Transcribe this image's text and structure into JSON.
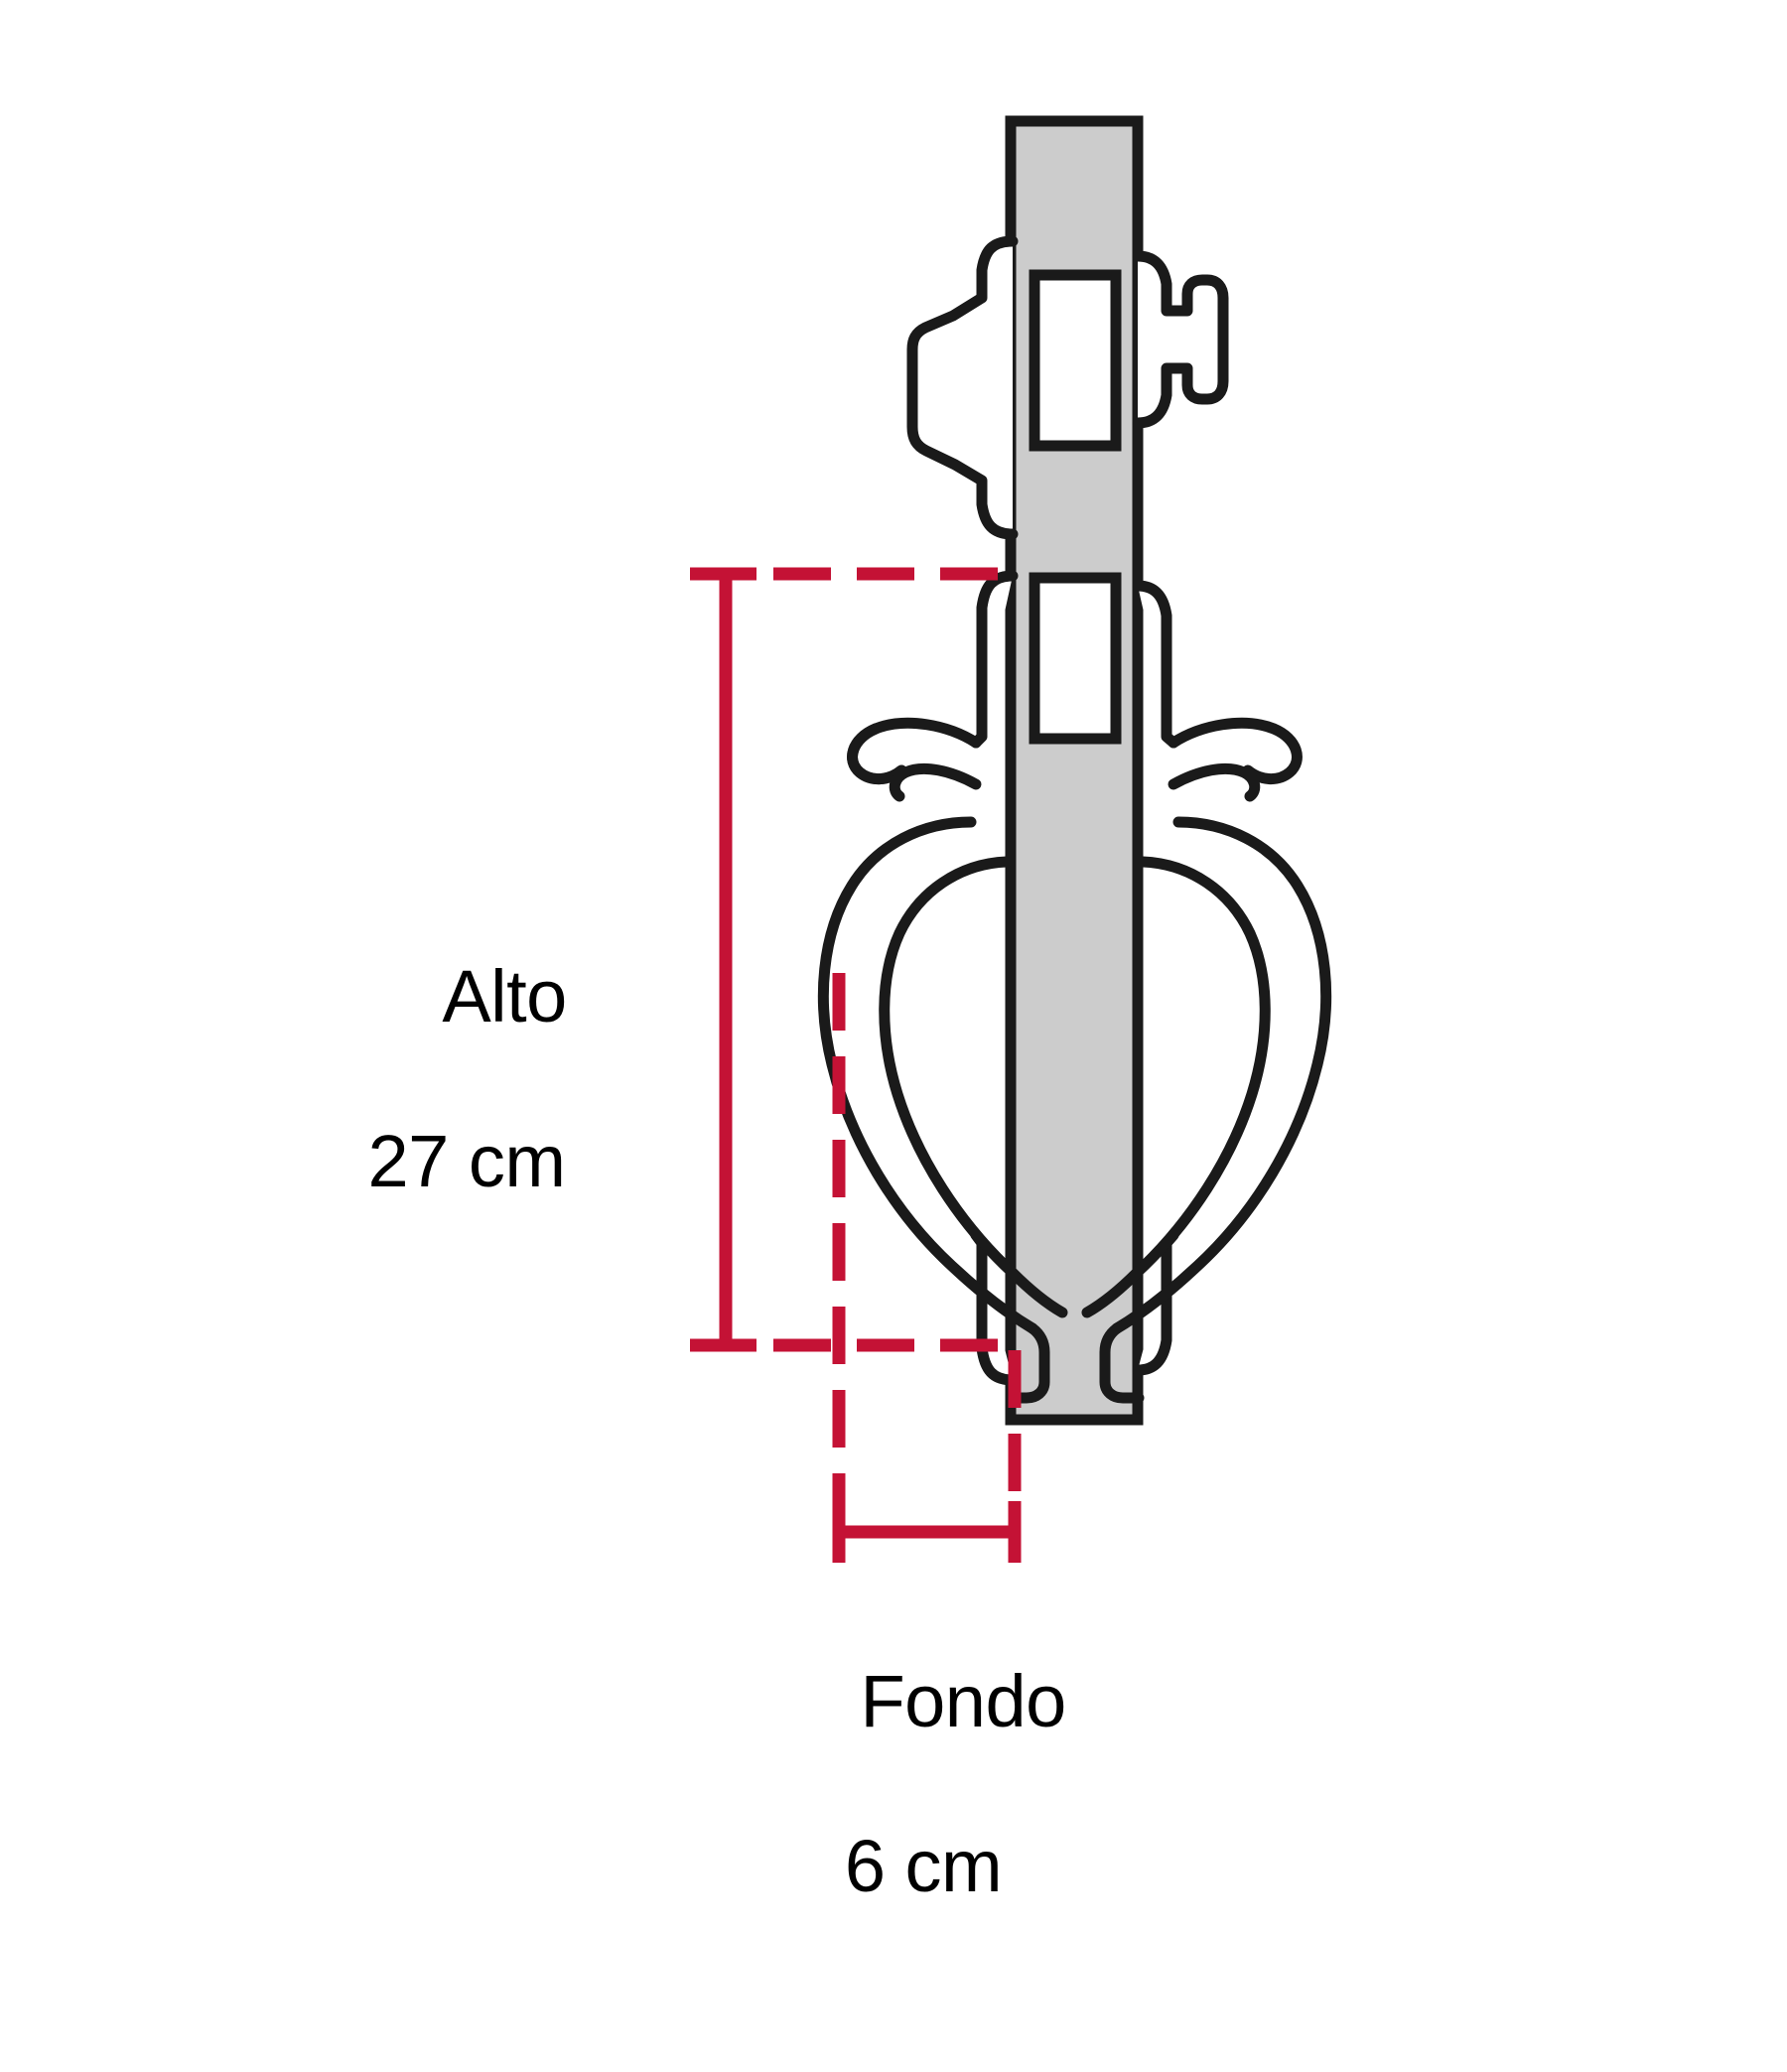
{
  "diagram": {
    "title": "Door lock escutcheon side-profile dimension drawing",
    "background_color": "#FFFFFF",
    "outline_color": "#1A1A1A",
    "door_panel_color": "#CCCCCC",
    "dimension_color": "#C41235",
    "text_color": "#000000"
  },
  "dimensions": {
    "height": {
      "name": "Alto",
      "value": "27 cm",
      "number": 27,
      "unit": "cm",
      "orientation": "vertical",
      "label_line1": "Alto",
      "label_line2": "27 cm"
    },
    "depth": {
      "name": "Fondo",
      "value": "6 cm",
      "number": 6,
      "unit": "cm",
      "orientation": "horizontal",
      "label_line1": "Fondo",
      "label_line2": "6 cm"
    }
  },
  "parts": {
    "door_panel": "door-panel",
    "upper_escutcheon": "cylinder-escutcheon",
    "thumbturn": "thumbturn-knob",
    "lower_escutcheon": "handle-escutcheon",
    "handle": "ornate-pull-handle",
    "upper_cutout": "cylinder-cutout",
    "lower_cutout": "spindle-cutout"
  }
}
